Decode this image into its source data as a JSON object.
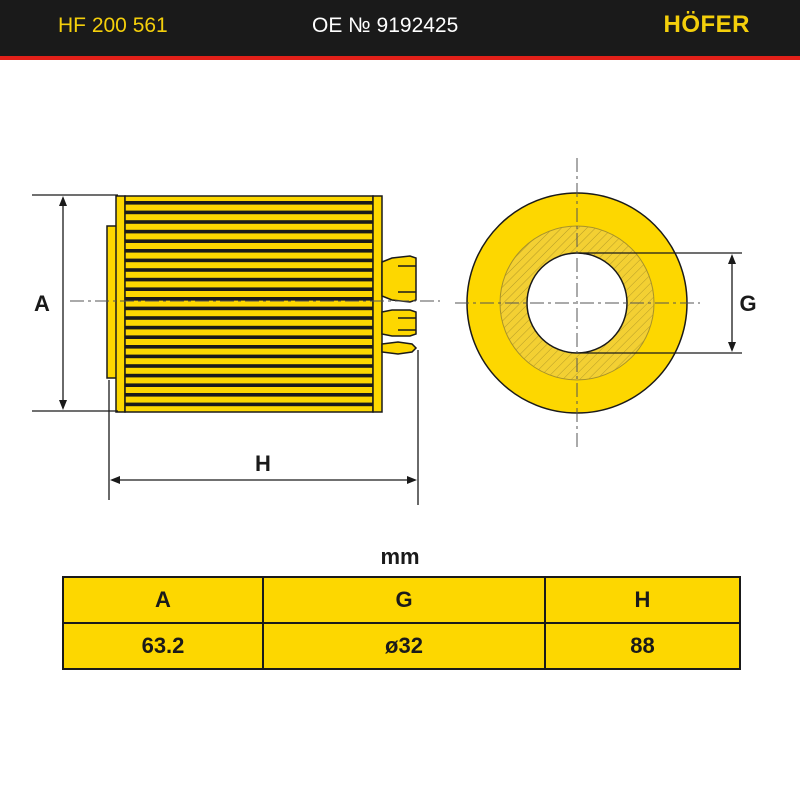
{
  "header": {
    "part_number": "HF 200 561",
    "oe_number": "OE № 9192425",
    "brand": "HÖFER"
  },
  "diagram": {
    "labels": {
      "a": "A",
      "h": "H",
      "g": "G"
    }
  },
  "table": {
    "unit": "mm",
    "headers": [
      "A",
      "G",
      "H"
    ],
    "values": [
      "63.2",
      "ø32",
      "88"
    ]
  },
  "colors": {
    "header_bg": "#1a1a1a",
    "accent_red": "#e32019",
    "brand_yellow": "#f4cf0b",
    "part_yellow": "#fdd700",
    "outline": "#1a1a1a"
  }
}
